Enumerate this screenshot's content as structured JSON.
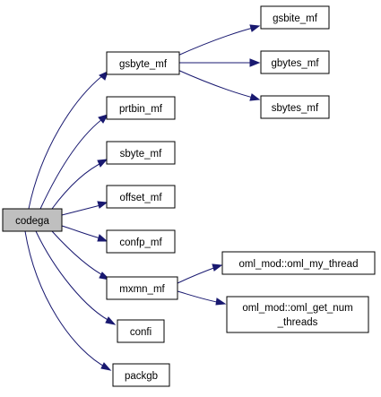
{
  "graph": {
    "root": {
      "label": "codega",
      "fill": "#bfbfbf"
    },
    "callees": [
      {
        "label": "gsbyte_mf"
      },
      {
        "label": "prtbin_mf"
      },
      {
        "label": "sbyte_mf"
      },
      {
        "label": "offset_mf"
      },
      {
        "label": "confp_mf"
      },
      {
        "label": "mxmn_mf"
      },
      {
        "label": "confi"
      },
      {
        "label": "packgb"
      }
    ],
    "gsbyte_callees": [
      {
        "label": "gsbite_mf"
      },
      {
        "label": "gbytes_mf"
      },
      {
        "label": "sbytes_mf"
      }
    ],
    "mxmn_callees": [
      {
        "label": "oml_mod::oml_my_thread"
      },
      {
        "label": "oml_mod::oml_get_num",
        "label2": "_threads"
      }
    ],
    "colors": {
      "edge": "#191970",
      "node_fill": "#ffffff",
      "root_fill": "#bfbfbf",
      "border": "#000000"
    }
  }
}
